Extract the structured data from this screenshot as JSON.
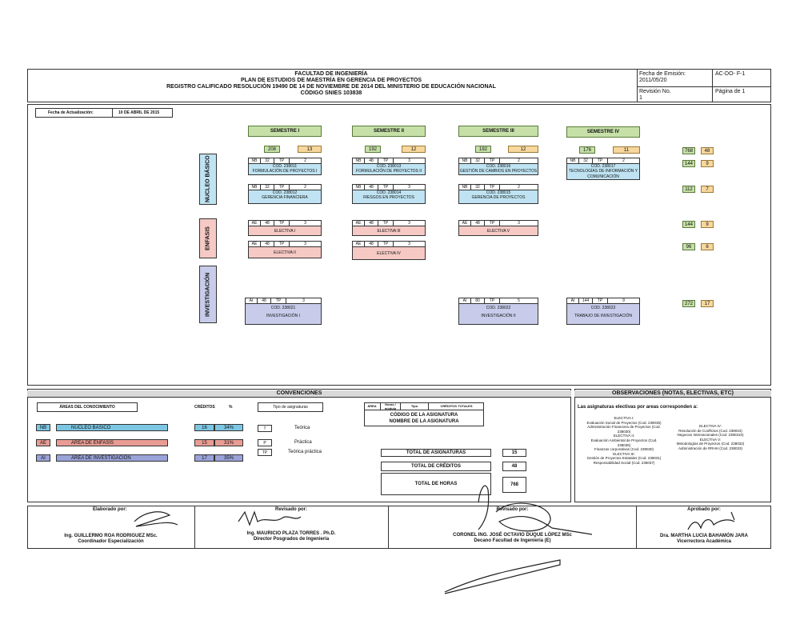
{
  "header": {
    "line1": "FACULTAD DE INGENIERÍA",
    "line2": "PLAN DE ESTUDIOS DE MAESTRÍA EN GERENCIA DE PROYECTOS",
    "line3": "REGISTRO CALIFICADO RESOLUCIÓN  19490 DE 14 DE NOVIEMBRE DE 2014 DEL MINISTERIO DE EDUCACIÓN NACIONAL",
    "line4": "CÓDIGO SNIES 103838",
    "emision_label": "Fecha de Emisión:",
    "emision_value": "2011/05/20",
    "code": "AC-DO- F-1",
    "revision_label": "Revisión No.",
    "revision_value": "1",
    "page": "Página de 1"
  },
  "update": {
    "label": "Fecha de Actualización:",
    "value": "10 DE ABRIL DE 2015"
  },
  "semesters": [
    {
      "label": "SEMESTRE I",
      "hours": "208",
      "credits": "13"
    },
    {
      "label": "SEMESTRE II",
      "hours": "192",
      "credits": "12"
    },
    {
      "label": "SEMESTRE III",
      "hours": "192",
      "credits": "12"
    },
    {
      "label": "SEMESTRE IV",
      "hours": "176",
      "credits": "11"
    }
  ],
  "grand_total": {
    "hours": "768",
    "credits": "48"
  },
  "areas": {
    "nucleo": "NUCLEO BÁSICO",
    "enfasis": "ENFASIS",
    "investigacion": "INVESTIGACIÓN"
  },
  "row_totals": [
    {
      "hours": "144",
      "credits": "9"
    },
    {
      "hours": "112",
      "credits": "7"
    },
    {
      "hours": "144",
      "credits": "9"
    },
    {
      "hours": "96",
      "credits": "6"
    },
    {
      "hours": "272",
      "credits": "17"
    }
  ],
  "courses": {
    "nb1": [
      {
        "a": "NB",
        "h": "32",
        "t": "TP",
        "c": "2",
        "code": "COD. 238011",
        "name": "FORMULACIÓN DE PROYECTOS I"
      },
      {
        "a": "NB",
        "h": "48",
        "t": "TP",
        "c": "3",
        "code": "COD. 238013",
        "name": "FORMULACIÓN DE PROYECTOS II"
      },
      {
        "a": "NB",
        "h": "32",
        "t": "TP",
        "c": "2",
        "code": "COD. 238016",
        "name": "GESTIÓN DE CAMBIOS EN PROYECTOS"
      },
      {
        "a": "NB",
        "h": "32",
        "t": "TP",
        "c": "2",
        "code": "COD. 238017",
        "name": "TECNOLOGÍAS DE INFORMACIÓN Y COMUNICACIÓN"
      }
    ],
    "nb2": [
      {
        "a": "NB",
        "h": "32",
        "t": "TP",
        "c": "2",
        "code": "COD. 238012",
        "name": "GERENCIA FINANCIERA"
      },
      {
        "a": "NB",
        "h": "48",
        "t": "TP",
        "c": "3",
        "code": "COD. 238014",
        "name": "RIESGOS EN PROYECTOS"
      },
      {
        "a": "NB",
        "h": "32",
        "t": "TP",
        "c": "2",
        "code": "COD. 238015",
        "name": "GERENCIA DE PROYECTOS"
      }
    ],
    "ae1": [
      {
        "a": "AE",
        "h": "48",
        "t": "TP",
        "c": "3",
        "name": "ELECTIVA I"
      },
      {
        "a": "AE",
        "h": "48",
        "t": "TP",
        "c": "3",
        "name": "ELECTIVA III"
      },
      {
        "a": "AE",
        "h": "48",
        "t": "TP",
        "c": "3",
        "name": "ELECTIVA V"
      }
    ],
    "ae2": [
      {
        "a": "AE",
        "h": "48",
        "t": "TP",
        "c": "3",
        "name": "ELECTIVA II"
      },
      {
        "a": "AE",
        "h": "48",
        "t": "TP",
        "c": "3",
        "name": "ELECTIVA IV"
      }
    ],
    "ai": [
      {
        "a": "AI",
        "h": "48",
        "t": "TP",
        "c": "3",
        "code": "COD. 238021",
        "name": "INVESTIGACIÓN I"
      },
      {
        "a": "AI",
        "h": "80",
        "t": "TP",
        "c": "5",
        "code": "COD. 238022",
        "name": "INVESTIGACIÓN II"
      },
      {
        "a": "AI",
        "h": "144",
        "t": "TP",
        "c": "9",
        "code": "COD. 238023",
        "name": "TRABAJO DE INVESTIGACIÓN"
      }
    ]
  },
  "conventions": {
    "title": "CONVENCIONES",
    "areas_header": "ÁREAS DEL CONOCIMIENTO",
    "creditos_header": "CRÉDITOS",
    "pct_header": "%",
    "tipo_header": "Tipo de asignaturas",
    "areas": [
      {
        "code": "NB",
        "name": "NUCLEO BÁSICO",
        "credits": "16",
        "pct": "34%"
      },
      {
        "code": "AE",
        "name": "ÁREA DE ÉNFASIS",
        "credits": "15",
        "pct": "31%"
      },
      {
        "code": "AI",
        "name": "ÁREA DE INVESTIGACIÓN",
        "credits": "17",
        "pct": "35%"
      }
    ],
    "tipos": [
      {
        "code": "T",
        "name": "Teórica"
      },
      {
        "code": "P",
        "name": "Práctica"
      },
      {
        "code": "TP",
        "name": "Teórica práctica"
      }
    ],
    "legend": {
      "area": "ÁREA",
      "horas": "Horas / módulo",
      "tipo": "Tipo",
      "creditos": "CRÉDITOS TOTALES",
      "codigo": "CÓDIGO DE LA ASIGNATURA",
      "nombre": "NOMBRE DE LA ASIGNATURA"
    },
    "totals": [
      {
        "label": "TOTAL DE ASIGNATURAS",
        "value": "15"
      },
      {
        "label": "TOTAL DE CRÉDITOS",
        "value": "48"
      },
      {
        "label": "TOTAL DE HORAS",
        "value": "768"
      }
    ]
  },
  "observations": {
    "title": "OBSERVACIONES (NOTAS, ELECTIVAS, ETC)",
    "intro": "Las asignaturas electivas por areas corresponden a:",
    "left": [
      "ELECTIVA I:",
      "Evaluación Social de Proyectos (Cod. 238035)",
      "Administración Financiera de Proyectos (Cod. 238030)",
      "ELECTIVA II:",
      "Evaluación Ambiental de Proyectos (Cod. 238036)",
      "Finanzas corporativas (Cod. 238030)",
      "ELECTIVA III:",
      "Gestión de Proyectos Estatales (Cod. 238031)",
      "Responsabilidad Social (Cod. 238037)"
    ],
    "right": [
      "ELECTIVA IV:",
      "Resolución de Conflictos (Cod. 238034)",
      "Negocios Internacionales (Cod. 2380310)",
      "ELECTIVA V:",
      "Metodologías de Proyectos (Cod. 238032)",
      "Administración de RRHH (Cod. 238033)"
    ]
  },
  "signatures": [
    {
      "label": "Elaborado por:",
      "name": "Ing. GUILLERMO ROA RODRIGUEZ  MSc.",
      "role": "Coordinador Especialización"
    },
    {
      "label": "Revisado por:",
      "name": "Ing. MAURICIO PLAZA TORRES . Ph.D.",
      "role": "Director Posgrados de Ingeniería"
    },
    {
      "label": "Revisado por:",
      "name": "CORONEL ING. JOSÉ OCTAVIO DUQUE LÓPEZ MSc",
      "role": "Decano Facultad de Ingeniería (E)"
    },
    {
      "label": "Aprobado  por:",
      "name": "Dra. MARTHA LUCIA BAHAMÓN JARA",
      "role": "Vicerrectora Académica"
    }
  ]
}
